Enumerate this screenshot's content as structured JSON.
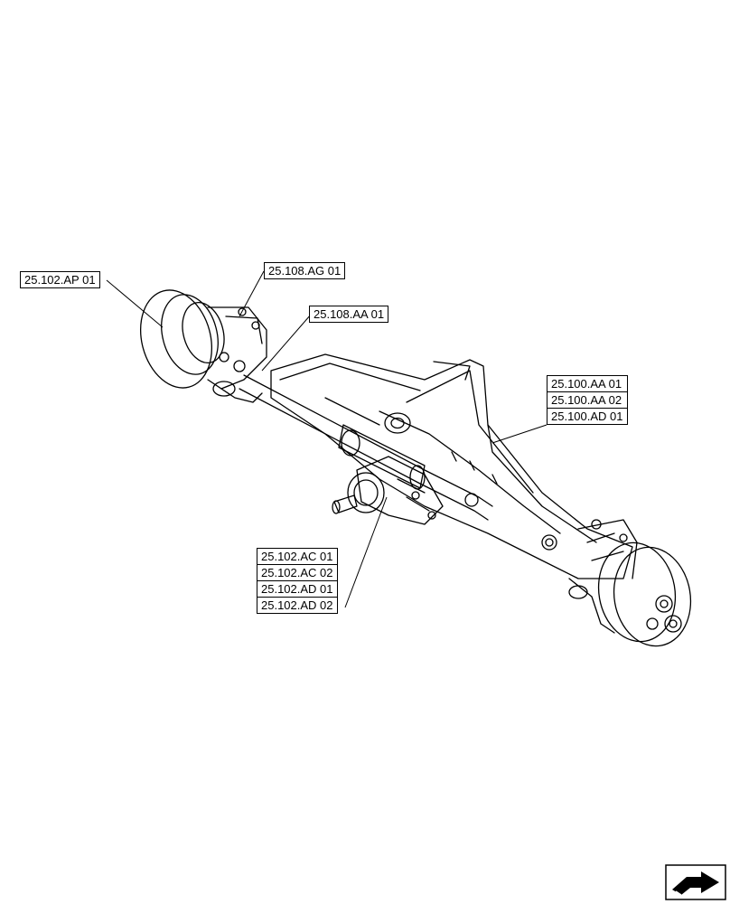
{
  "callouts": {
    "ap01": "25.102.AP 01",
    "ag01": "25.108.AG 01",
    "aa01_108": "25.108.AA 01",
    "axle_group": [
      "25.100.AA 01",
      "25.100.AA 02",
      "25.100.AD 01"
    ],
    "diff_group": [
      "25.102.AC 01",
      "25.102.AC 02",
      "25.102.AD 01",
      "25.102.AD 02"
    ]
  },
  "icons": {
    "nav": "next-page-arrow-icon"
  }
}
